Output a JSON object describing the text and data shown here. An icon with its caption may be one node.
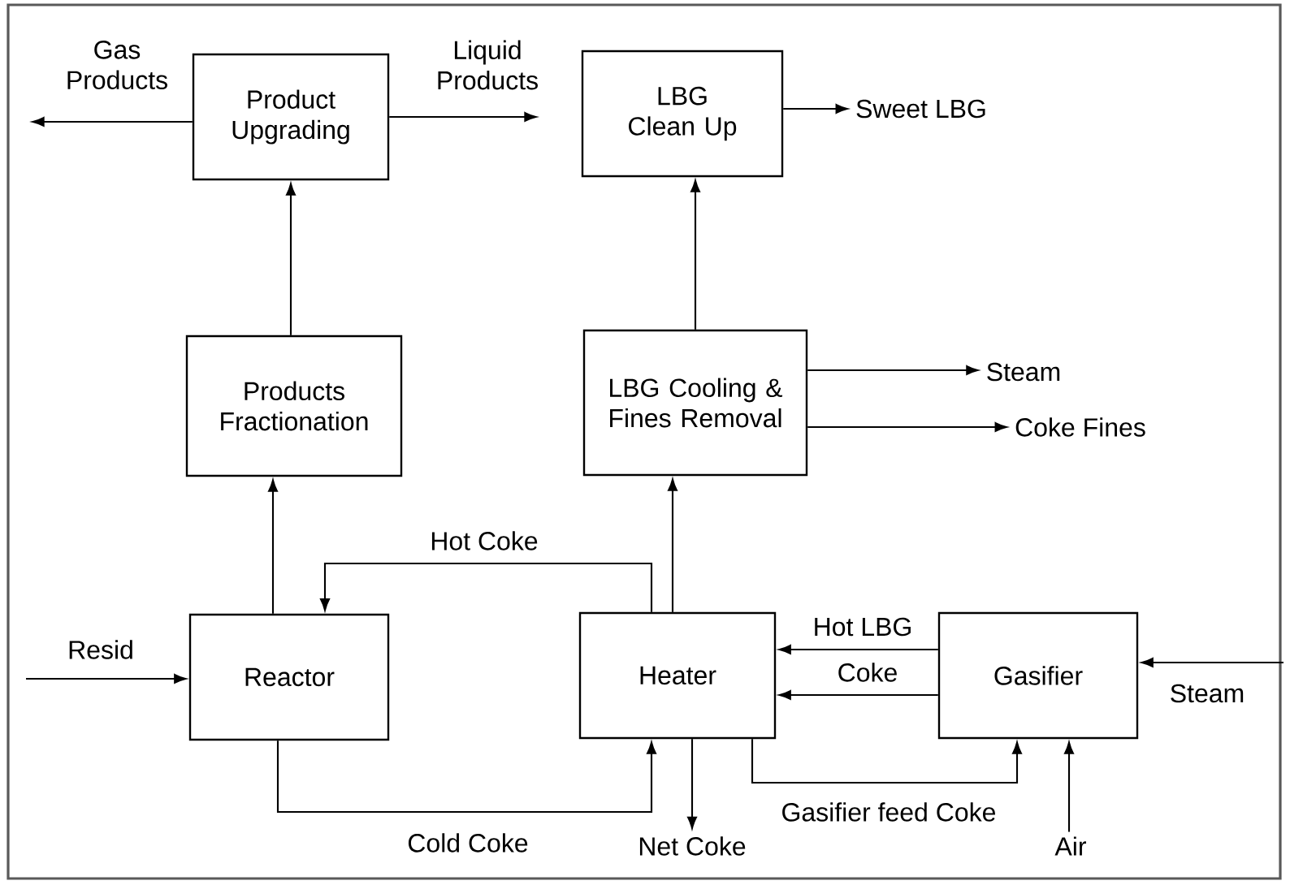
{
  "diagram": {
    "nodes": [
      {
        "text": [
          "Product Upgrading"
        ]
      },
      {
        "text": [
          "LBG Clean Up"
        ]
      },
      {
        "text": [
          "Products Fractionation"
        ]
      },
      {
        "text": [
          "LBG Cooling & Fines Removal"
        ]
      },
      {
        "text": [
          "Reactor"
        ]
      },
      {
        "text": [
          "Heater"
        ]
      },
      {
        "text": [
          "Gasifier"
        ]
      },
      {
        "text": [
          "Sweet LBG"
        ]
      },
      {
        "text": [
          "Steam"
        ]
      },
      {
        "text": [
          "Coke Fines"
        ]
      },
      {
        "text": [
          "Net Coke"
        ]
      },
      {
        "text": [
          "Air"
        ]
      }
    ],
    "edges": [
      {
        "from": 2,
        "to": 0,
        "arrow": "to"
      },
      {
        "from": 0,
        "to": null,
        "arrow": "to",
        "label": "Gas Products"
      },
      {
        "from": 0,
        "to": null,
        "arrow": "to",
        "label": "Liquid Products"
      },
      {
        "from": 1,
        "to": 7,
        "arrow": "to"
      },
      {
        "from": 3,
        "to": 1,
        "arrow": "to"
      },
      {
        "from": 3,
        "to": 8,
        "arrow": "to"
      },
      {
        "from": 3,
        "to": 9,
        "arrow": "to"
      },
      {
        "from": 4,
        "to": 2,
        "arrow": "to"
      },
      {
        "from": 5,
        "to": 3,
        "arrow": "to"
      },
      {
        "from": 5,
        "to": 4,
        "arrow": "to",
        "label": "Hot Coke"
      },
      {
        "from": 4,
        "to": 5,
        "arrow": "to",
        "label": "Cold Coke"
      },
      {
        "from": null,
        "to": 4,
        "arrow": "to",
        "label": "Resid"
      },
      {
        "from": 6,
        "to": 5,
        "arrow": "to",
        "label": "Hot LBG"
      },
      {
        "from": 6,
        "to": 5,
        "arrow": "to",
        "label": "Coke"
      },
      {
        "from": 5,
        "to": 6,
        "arrow": "to",
        "label": "Gasifier feed Coke"
      },
      {
        "from": null,
        "to": 6,
        "arrow": "to",
        "label": "Steam"
      },
      {
        "from": 5,
        "to": 10,
        "arrow": "to"
      },
      {
        "from": 11,
        "to": 6,
        "arrow": "to"
      }
    ]
  }
}
